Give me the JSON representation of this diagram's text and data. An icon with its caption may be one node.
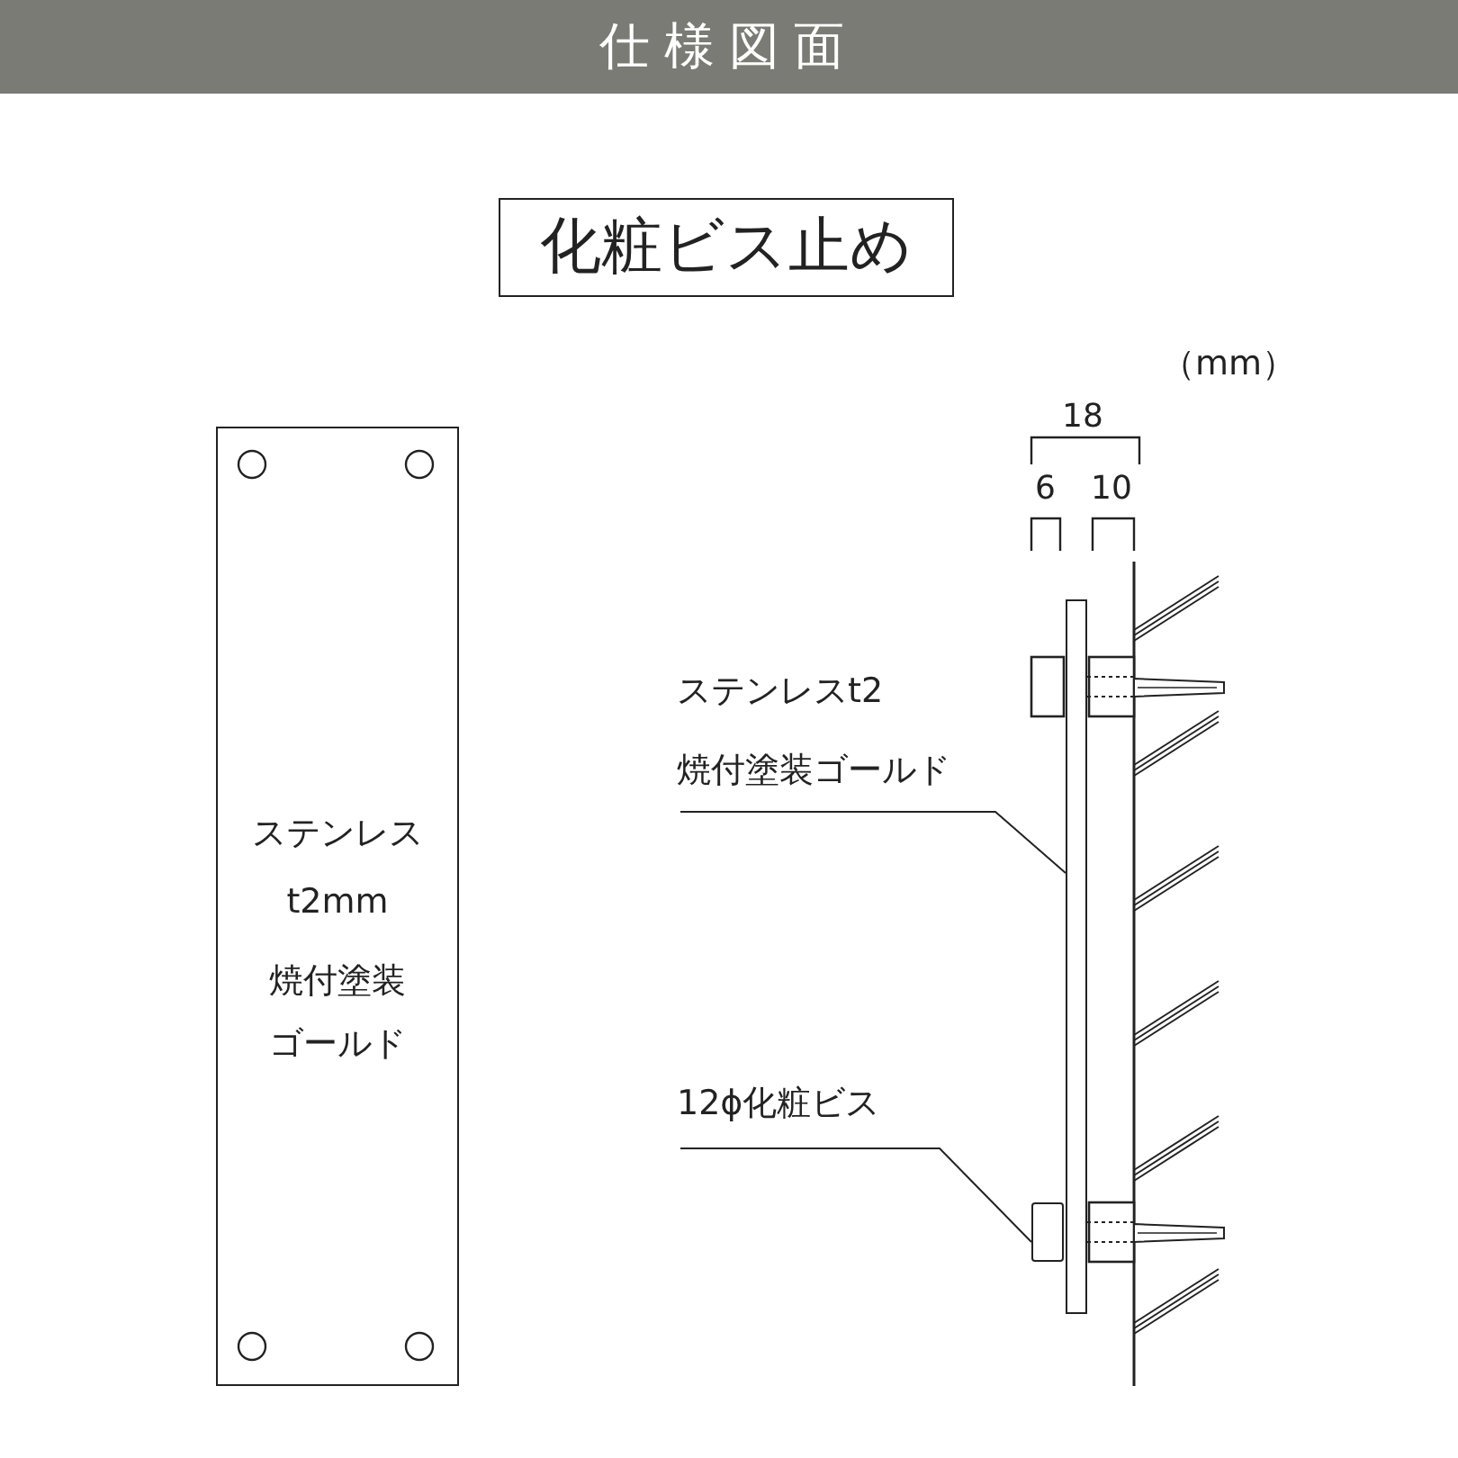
{
  "diagram": {
    "title": "仕様図面",
    "nodes": [
      {
        "text": [
          "化粧ビス止め"
        ]
      },
      {
        "text": [
          "ステンレス",
          "t2mm",
          "焼付塗装",
          "ゴールド"
        ]
      },
      {
        "text": [
          "ステンレスt2",
          "焼付塗装ゴールド"
        ]
      },
      {
        "text": [],
        "shape": "bar"
      },
      {
        "text": [
          "12ϕ化粧ビス"
        ]
      },
      {
        "text": [],
        "shape": "box"
      }
    ],
    "edges": [
      {
        "from": 2,
        "to": 3,
        "arrow": "none"
      },
      {
        "from": 4,
        "to": 5,
        "arrow": "none"
      }
    ],
    "labels": [
      "（mm）",
      "18",
      "6",
      "10"
    ]
  }
}
